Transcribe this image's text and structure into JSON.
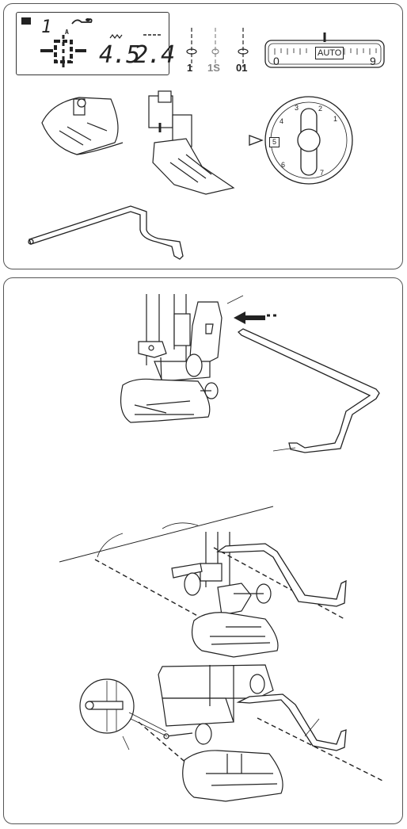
{
  "lcd": {
    "pattern_number": "1",
    "pattern_group": "A",
    "width_value": "4.5",
    "length_value": "2.4"
  },
  "needle_positions": [
    {
      "label": "1",
      "color": "#222222"
    },
    {
      "label": "1S",
      "color": "#888888"
    },
    {
      "label": "01",
      "color": "#222222"
    }
  ],
  "tension_dial": {
    "min_label": "0",
    "max_label": "9",
    "auto_label": "AUTO"
  },
  "pressure_knob": {
    "selected": "5",
    "labels": [
      "3",
      "2",
      "1",
      "4",
      "6",
      "7"
    ]
  },
  "icons": [
    "zigzag-foot-icon",
    "even-feed-foot-icon",
    "quilting-guide-bar-icon",
    "presser-foot-assembly-icon"
  ]
}
